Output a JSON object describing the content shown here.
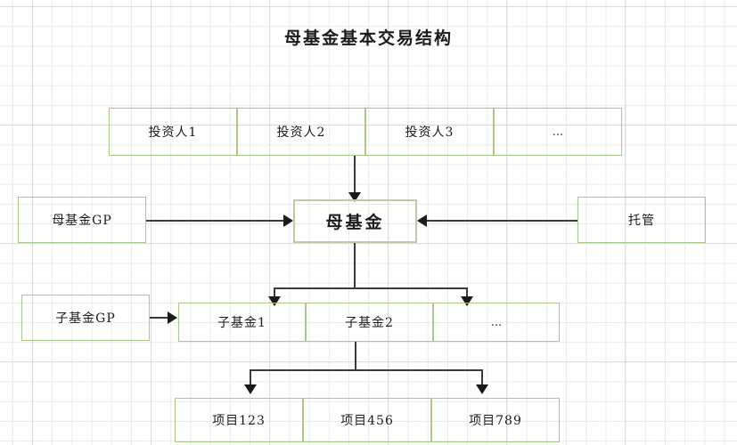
{
  "title": "母基金基本交易结构",
  "rows": {
    "investors": [
      {
        "label": "投资人1"
      },
      {
        "label": "投资人2"
      },
      {
        "label": "投资人3"
      },
      {
        "label": "..."
      }
    ],
    "fund_level": {
      "left": "母基金GP",
      "center": "母基金",
      "right": "托管"
    },
    "sub_funds": {
      "gp": "子基金GP",
      "items": [
        {
          "label": "子基金1"
        },
        {
          "label": "子基金2"
        },
        {
          "label": "..."
        }
      ]
    },
    "projects": [
      {
        "label": "项目123"
      },
      {
        "label": "项目456"
      },
      {
        "label": "项目789"
      }
    ]
  },
  "colors": {
    "box_border": "#a9c98b",
    "center_box_border": "#c3c9a0",
    "connector": "#3a3a3a",
    "text": "#1b1b1b",
    "grid_minor": "#e2e2e2",
    "grid_major": "#cbcbcb"
  }
}
